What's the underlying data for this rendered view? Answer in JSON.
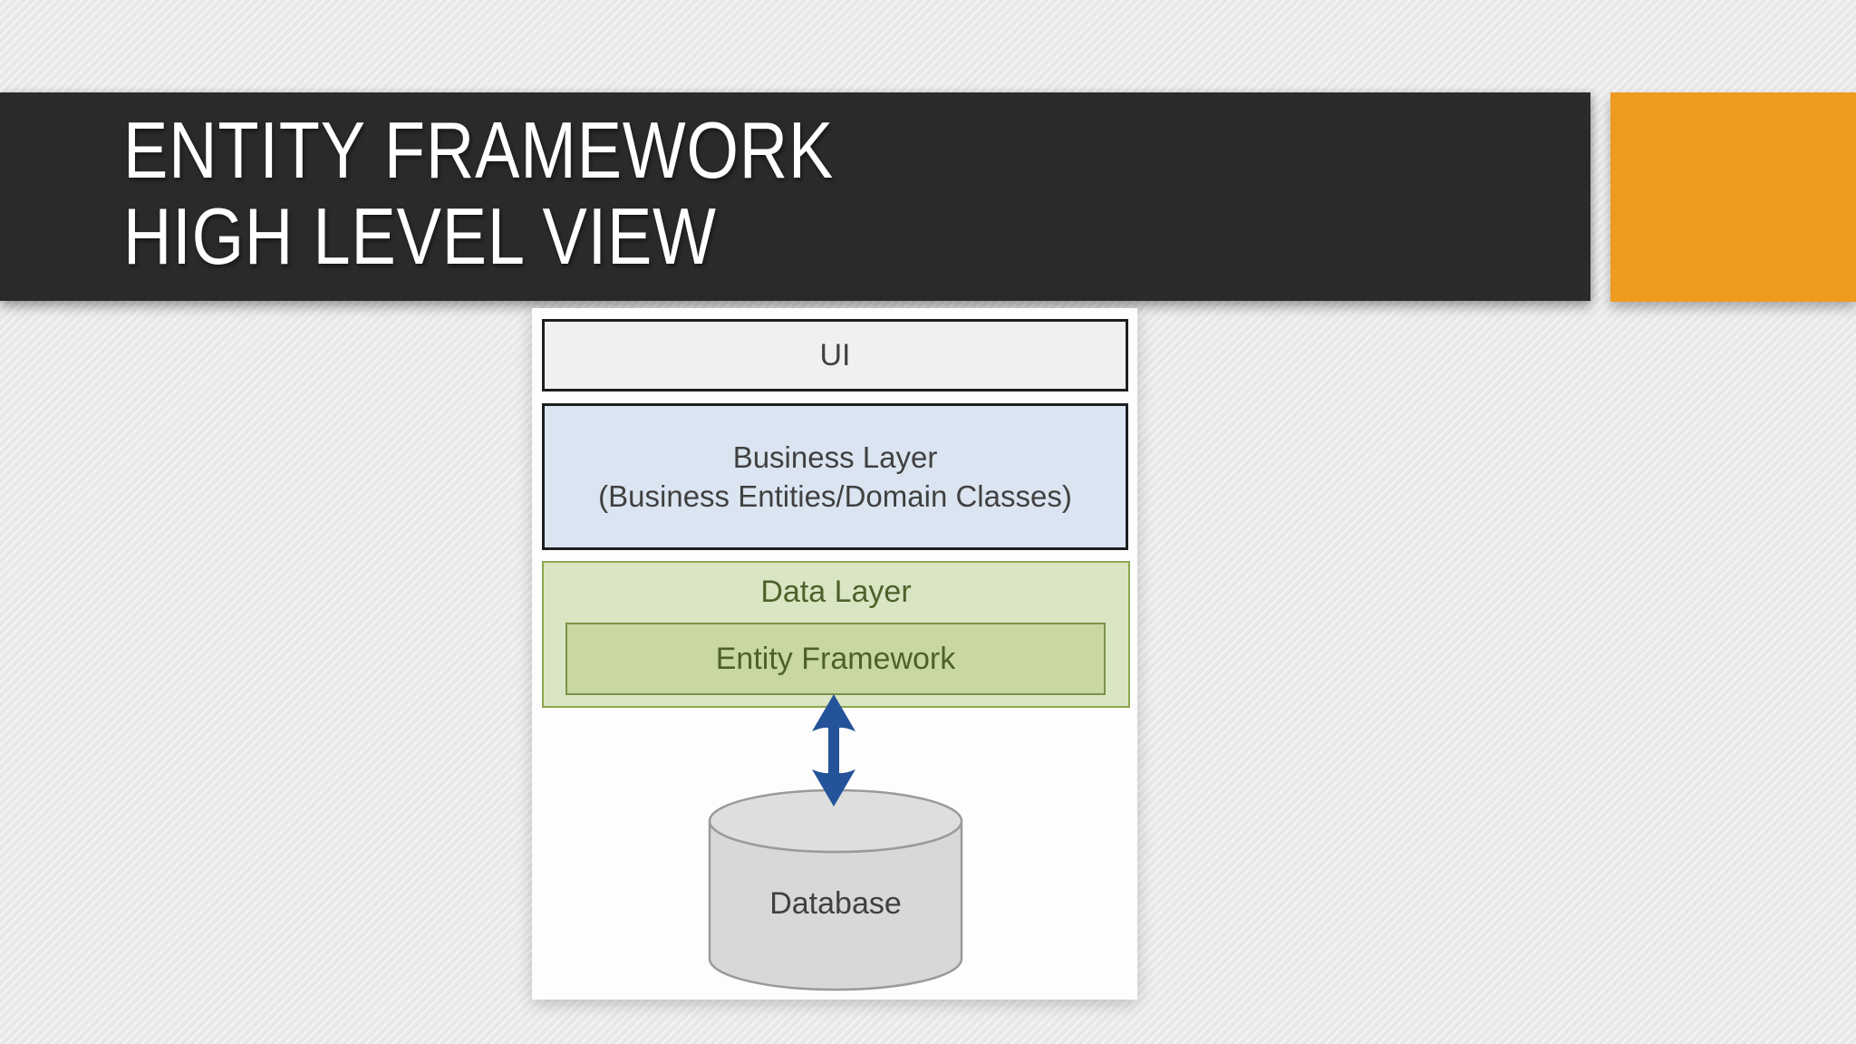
{
  "slide": {
    "title": {
      "line1": "ENTITY FRAMEWORK",
      "line2": "HIGH LEVEL VIEW"
    }
  },
  "diagram": {
    "ui_label": "UI",
    "business": {
      "line1": "Business Layer",
      "line2": "(Business Entities/Domain Classes)"
    },
    "data_layer_label": "Data Layer",
    "entity_framework_label": "Entity Framework",
    "database_label": "Database",
    "icons": {
      "connector": "double-vertical-arrow",
      "database": "cylinder"
    }
  },
  "colors": {
    "page_bg": "#ecebea",
    "banner_dark": "#2a2a2a",
    "title_color": "#ffffff",
    "accent_orange": "#ee9b20",
    "panel_bg": "#fdfdfd",
    "box_border_dark": "#1e1e1e",
    "ui_fill": "#f1f0ef",
    "business_fill": "#dbe5f1",
    "data_fill": "#dae5c3",
    "data_border": "#8ea64e",
    "ef_fill": "#c9d8a0",
    "ef_border": "#7c9146",
    "green_text": "#4e612b",
    "gray_text": "#404040",
    "arrow_blue": "#255399",
    "cylinder_fill": "#d8d8d8",
    "cylinder_top_fill": "#dedede",
    "cylinder_stroke": "#9a9a9a"
  }
}
